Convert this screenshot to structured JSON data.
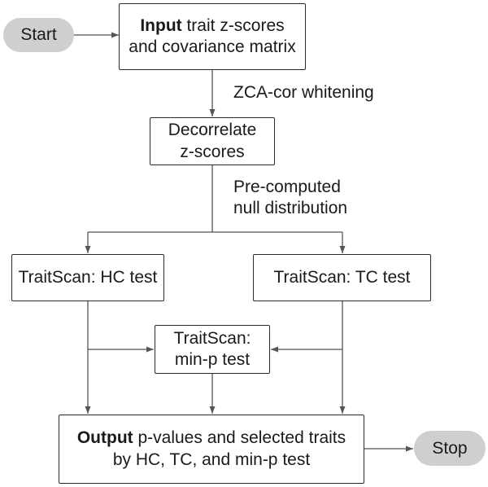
{
  "terminals": {
    "start": "Start",
    "stop": "Stop"
  },
  "input_box": {
    "bold": "Input",
    "line1_rest": " trait z-scores",
    "line2": "and covariance matrix"
  },
  "whitening_label": "ZCA-cor whitening",
  "decorrelate_box": {
    "line1": "Decorrelate",
    "line2": "z-scores"
  },
  "null_label": {
    "line1": "Pre-computed",
    "line2": "null distribution"
  },
  "hc_box": "TraitScan: HC test",
  "tc_box": "TraitScan: TC test",
  "minp_box": {
    "line1": "TraitScan:",
    "line2": "min-p test"
  },
  "output_box": {
    "bold": "Output",
    "line1_rest": " p-values and selected traits",
    "line2": "by HC, TC, and min-p test"
  },
  "colors": {
    "terminal_fill": "#cfcfcf",
    "stroke": "#2b2b2b",
    "arrow": "#555555"
  }
}
